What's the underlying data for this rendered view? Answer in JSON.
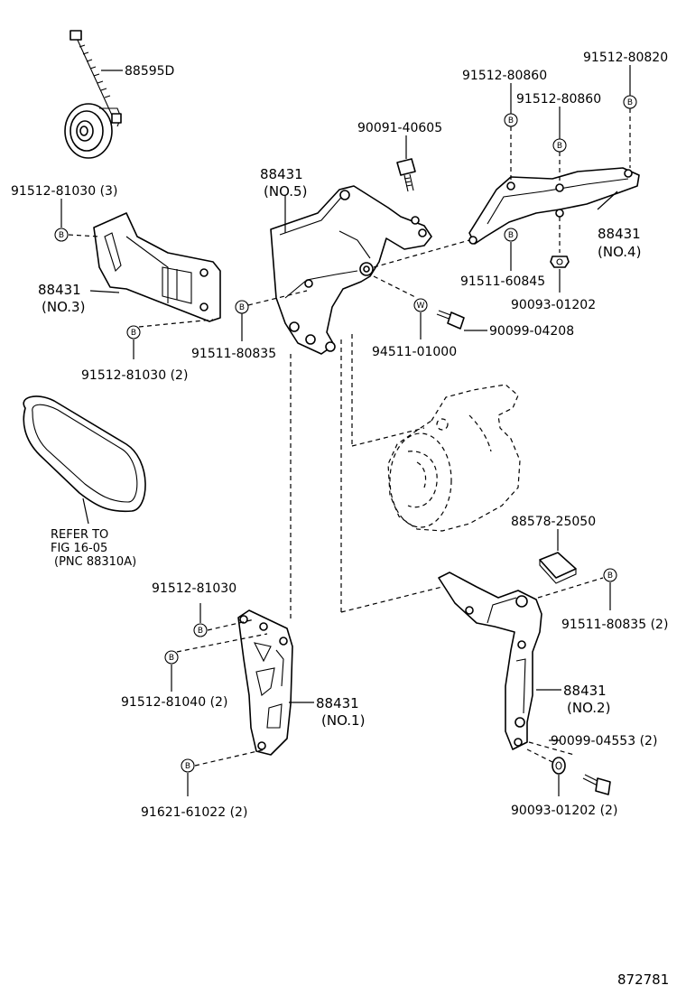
{
  "labels": {
    "tensioner": "88595D",
    "bolt_40605": "90091-40605",
    "bracket_no5_num": "88431",
    "bracket_no5_sub": "(NO.5)",
    "b_81030_3": "91512-81030 (3)",
    "bracket_no3_num": "88431",
    "bracket_no3_sub": "(NO.3)",
    "b_81030_2": "91512-81030 (2)",
    "b_80835": "91511-80835",
    "w_01000": "94511-01000",
    "bolt_04208": "90099-04208",
    "b_80860_a": "91512-80860",
    "b_80860_b": "91512-80860",
    "b_80820": "91512-80820",
    "bracket_no4_num": "88431",
    "bracket_no4_sub": "(NO.4)",
    "b_60845": "91511-60845",
    "nut_01202": "90093-01202",
    "belt_ref_1": "REFER TO",
    "belt_ref_2": "FIG 16-05",
    "belt_ref_3": "(PNC 88310A)",
    "pad_25050": "88578-25050",
    "b_80835_2": "91511-80835 (2)",
    "b_81030_single": "91512-81030",
    "b_81040_2": "91512-81040 (2)",
    "bracket_no1_num": "88431",
    "bracket_no1_sub": "(NO.1)",
    "bracket_no2_num": "88431",
    "bracket_no2_sub": "(NO.2)",
    "bolt_04553_2": "90099-04553 (2)",
    "nut_01202_2": "90093-01202 (2)",
    "b_61022_2": "91621-61022 (2)",
    "figure_no": "872781"
  },
  "badges": {
    "b": "B",
    "w": "W"
  }
}
